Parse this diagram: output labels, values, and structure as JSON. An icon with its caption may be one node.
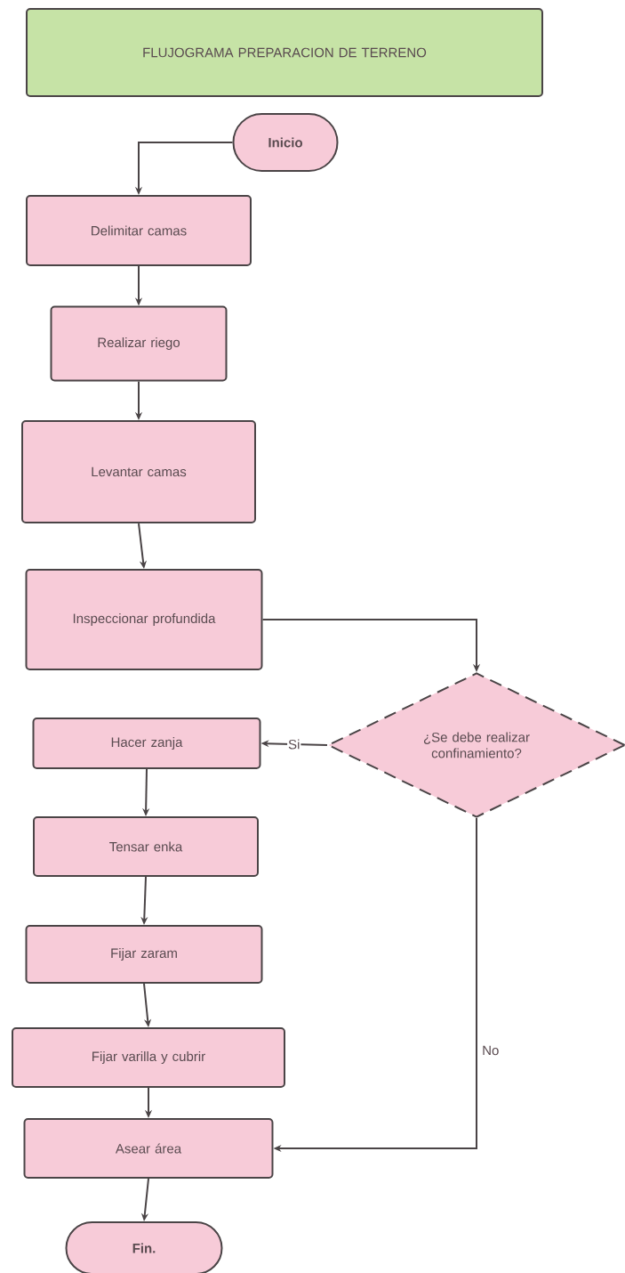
{
  "diagram": {
    "title": "FLUJOGRAMA  PREPARACION DE TERRENO",
    "nodes": [
      {
        "text": [
          "Inicio"
        ]
      },
      {
        "text": [
          "Delimitar camas"
        ]
      },
      {
        "text": [
          "Realizar riego"
        ]
      },
      {
        "text": [
          "Levantar camas"
        ]
      },
      {
        "text": [
          "Inspeccionar profundida"
        ]
      },
      {
        "text": [
          "¿Se debe realizar confinamiento?"
        ]
      },
      {
        "text": [
          "Hacer zanja"
        ]
      },
      {
        "text": [
          "Tensar enka"
        ]
      },
      {
        "text": [
          "Fijar  zaram"
        ]
      },
      {
        "text": [
          "Fijar varilla y cubrir"
        ]
      },
      {
        "text": [
          "Asear área"
        ]
      },
      {
        "text": [
          "Fin."
        ]
      }
    ],
    "edges": [
      {
        "from": 0,
        "to": 1,
        "arrow": "to"
      },
      {
        "from": 1,
        "to": 2,
        "arrow": "to"
      },
      {
        "from": 2,
        "to": 3,
        "arrow": "to"
      },
      {
        "from": 3,
        "to": 4,
        "arrow": "to"
      },
      {
        "from": 4,
        "to": 5,
        "arrow": "to"
      },
      {
        "from": 5,
        "to": 6,
        "label": "Si",
        "arrow": "to"
      },
      {
        "from": 6,
        "to": 7,
        "arrow": "to"
      },
      {
        "from": 7,
        "to": 8,
        "arrow": "to"
      },
      {
        "from": 8,
        "to": 9,
        "arrow": "to"
      },
      {
        "from": 9,
        "to": 10,
        "arrow": "to"
      },
      {
        "from": 5,
        "to": 10,
        "label": "No",
        "arrow": "to"
      },
      {
        "from": 10,
        "to": 11,
        "arrow": "to"
      }
    ]
  }
}
